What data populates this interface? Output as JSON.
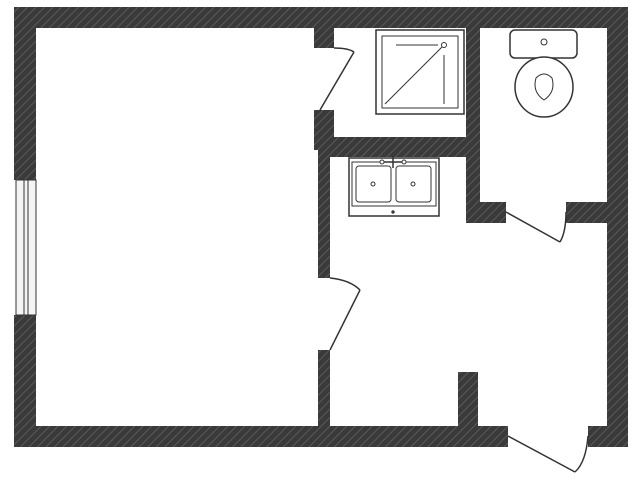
{
  "colors": {
    "wall_fill": "#3a3a3a",
    "wall_hatch": "#5a5a5a",
    "background": "#ffffff",
    "fixture_stroke": "#333333",
    "window_fill": "#f4f4f4"
  },
  "rooms": [
    "main-room",
    "shower-room",
    "toilet-room",
    "kitchen",
    "hallway"
  ],
  "fixtures": [
    "shower-tray",
    "toilet",
    "double-sink"
  ],
  "doors": [
    "door-main-room-to-shower",
    "door-main-room-to-kitchen",
    "door-toilet",
    "door-entrance"
  ],
  "windows": [
    "window-west"
  ]
}
